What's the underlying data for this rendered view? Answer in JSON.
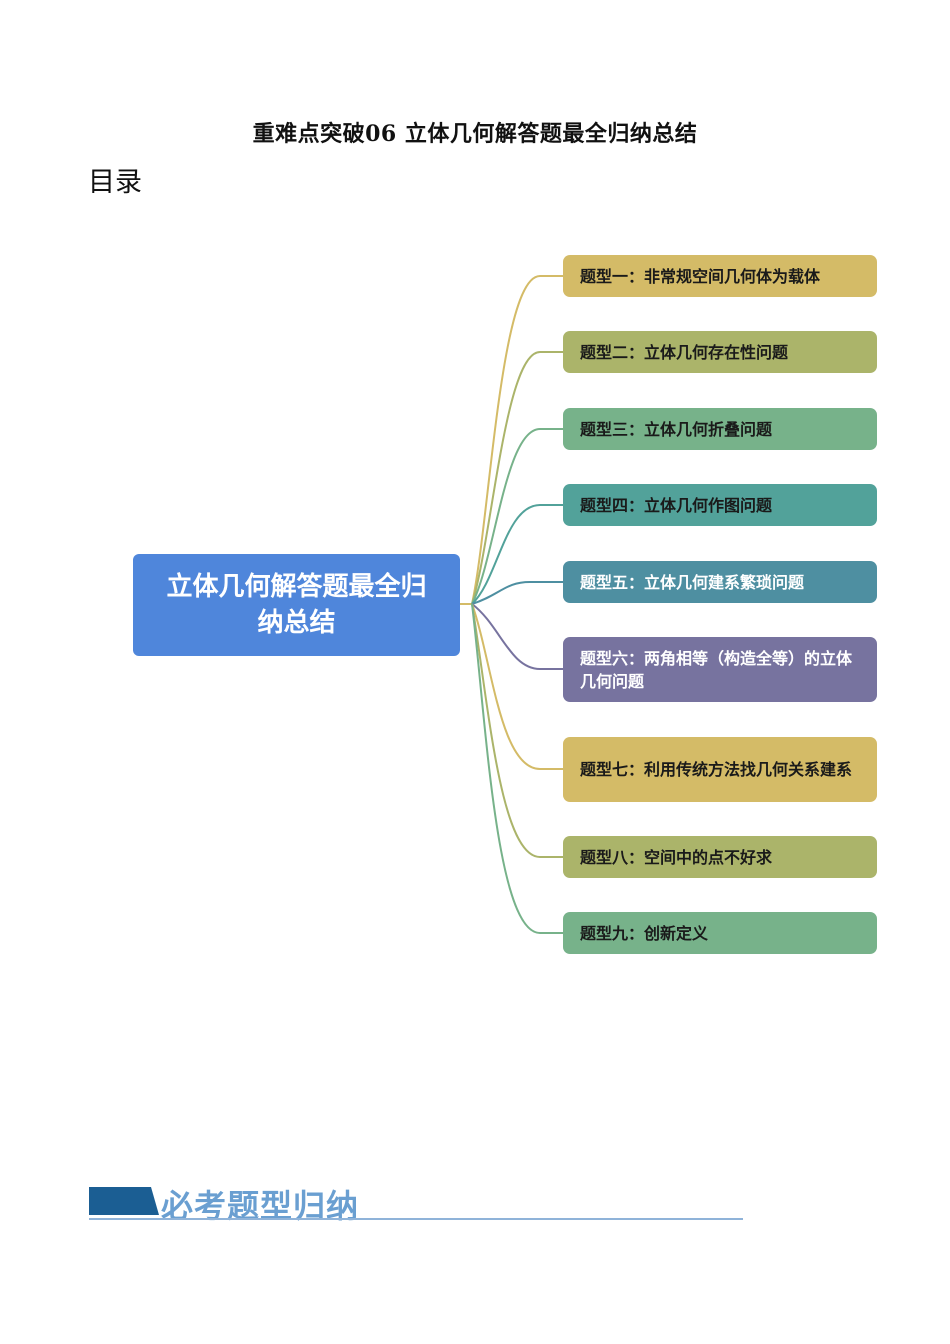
{
  "document": {
    "title": "重难点突破06 立体几何解答题最全归纳总结",
    "toc_heading": "目录"
  },
  "mindmap": {
    "center": {
      "label": "立体几何解答题最全归纳总结",
      "color": "#4F86DB"
    },
    "nodes": [
      {
        "label": "题型一：非常规空间几何体为载体",
        "color": "#D4BB67"
      },
      {
        "label": "题型二：立体几何存在性问题",
        "color": "#ABB46A"
      },
      {
        "label": "题型三：立体几何折叠问题",
        "color": "#77B28A"
      },
      {
        "label": "题型四：立体几何作图问题",
        "color": "#52A29A"
      },
      {
        "label": "题型五：立体几何建系繁琐问题",
        "color": "#4E8FA1"
      },
      {
        "label": "题型六：两角相等（构造全等）的立体几何问题",
        "color": "#77739F"
      },
      {
        "label": "题型七：利用传统方法找几何关系建系",
        "color": "#D4BB67"
      },
      {
        "label": "题型八：空间中的点不好求",
        "color": "#ABB46A"
      },
      {
        "label": "题型九：创新定义",
        "color": "#77B28A"
      }
    ]
  },
  "section": {
    "banner_title": "必考题型归纳",
    "accent_color": "#1B5E93"
  }
}
